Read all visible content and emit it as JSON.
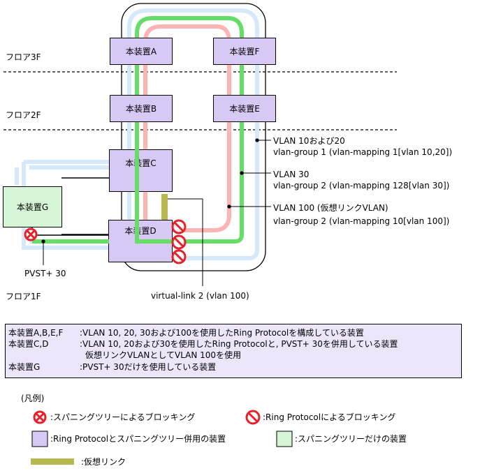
{
  "floors": {
    "f3": "フロア3F",
    "f2": "フロア2F",
    "f1": "フロア1F"
  },
  "devices": {
    "a": "本装置A",
    "b": "本装置B",
    "c": "本装置C",
    "d": "本装置D",
    "e": "本装置E",
    "f": "本装置F",
    "g": "本装置G"
  },
  "callouts": {
    "vlan1020_line1": "VLAN 10および20",
    "vlan1020_line2": "vlan-group 1 (vlan-mapping 1[vlan 10,20])",
    "vlan30_line1": "VLAN 30",
    "vlan30_line2": "vlan-group 2 (vlan-mapping 128[vlan 30])",
    "vlan100_line1": "VLAN 100 (仮想リンクVLAN)",
    "vlan100_line2": "vlan-group 2 (vlan-mapping 10[vlan 100])",
    "pvst": "PVST+ 30",
    "virtual_link": "virtual-link 2 (vlan 100)"
  },
  "info_panel": {
    "row1_key": "本装置A,B,E,F",
    "row1_val": ":VLAN 10, 20, 30および100を使用したRing Protocolを構成している装置",
    "row2_key": "本装置C,D",
    "row2_val": ":VLAN 10, 20および30を使用したRing Protocolと, PVST+ 30を併用している装置",
    "row2_val2": "仮想リンクVLANとしてVLAN 100を使用",
    "row3_key": "本装置G",
    "row3_val": ":PVST+ 30だけを使用している装置"
  },
  "legend": {
    "title": "(凡例)",
    "stp_block": ":スパニングツリーによるブロッキング",
    "ring_block": ":Ring Protocolによるブロッキング",
    "ring_stp_device": ":Ring Protocolとスパニングツリー併用の装置",
    "stp_device": ":スパニングツリーだけの装置",
    "virtual_link": ":仮想リンク"
  },
  "colors": {
    "ring_green": "#66dd66",
    "ring_pink": "#ffb3b3",
    "ring_blue": "#d6e9fb",
    "device_purple": "#d8c8f4",
    "device_green": "#d6f5d6",
    "virtual_link": "#b8b850",
    "block_red": "#e8202a",
    "panel_bg": "#ece6fb"
  }
}
